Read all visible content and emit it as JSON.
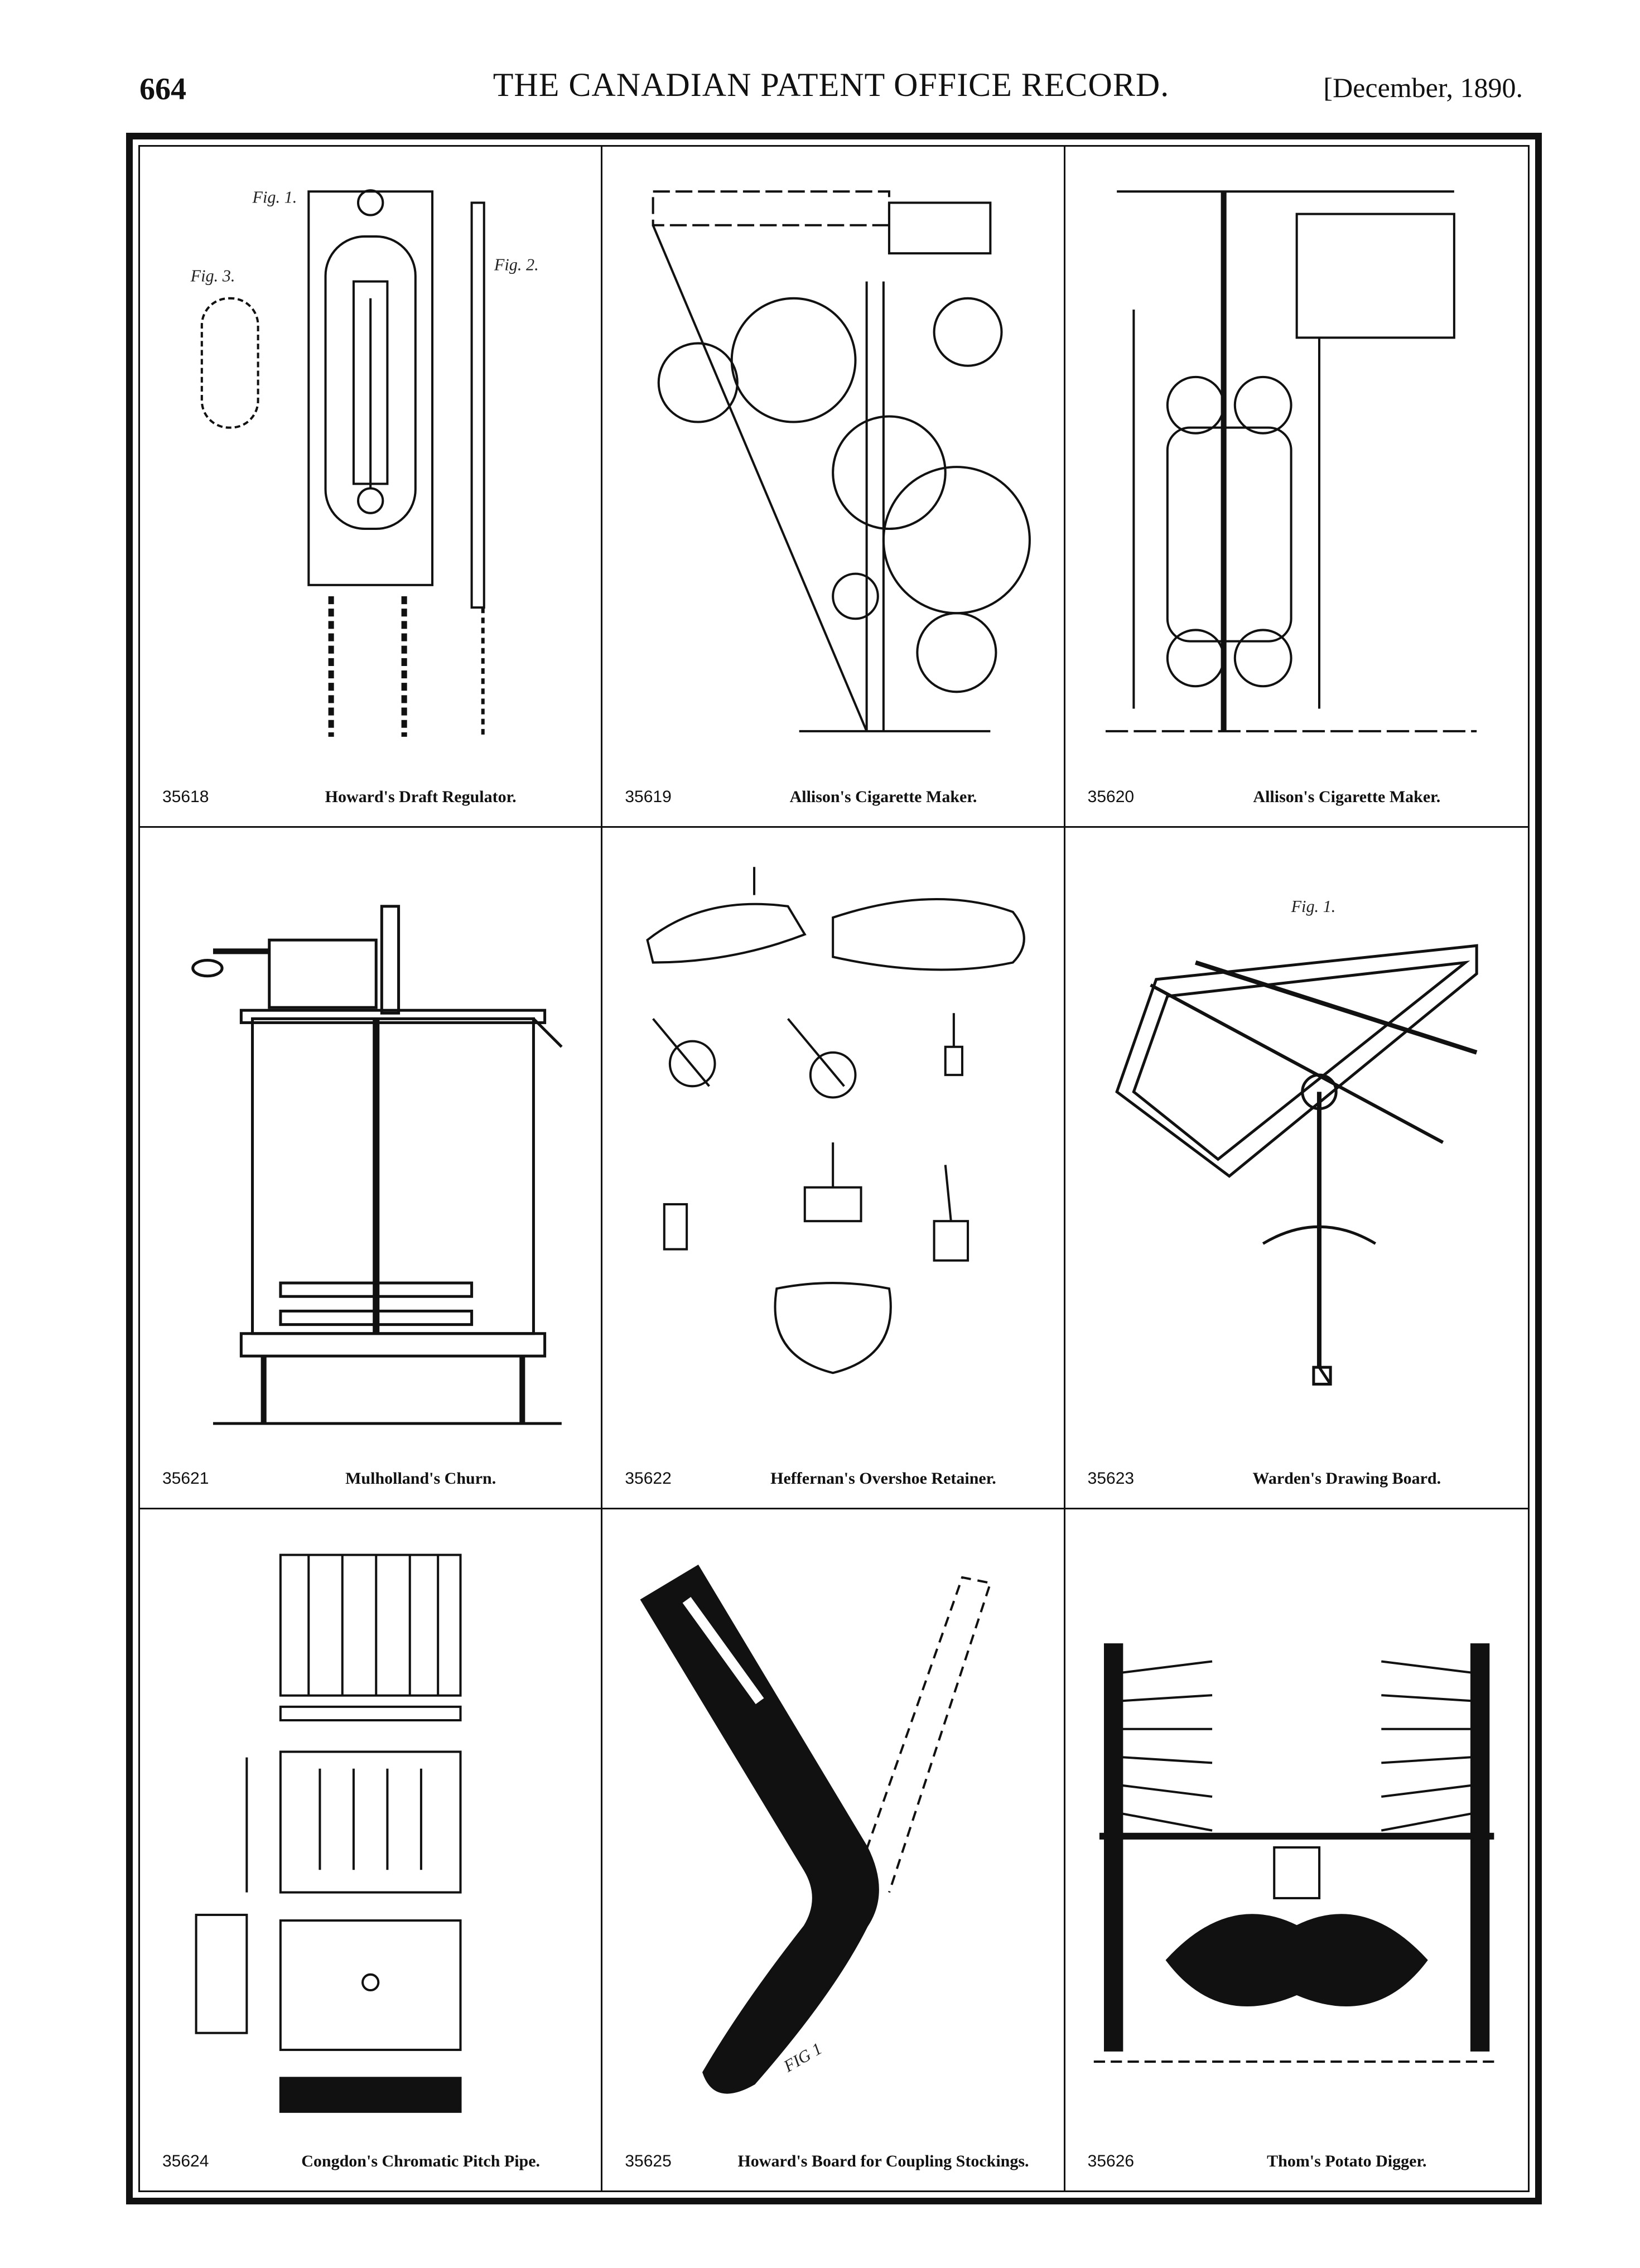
{
  "header": {
    "page_number": "664",
    "title": "THE CANADIAN PATENT OFFICE RECORD.",
    "date": "[December, 1890."
  },
  "patents": [
    {
      "number": "35618",
      "title": "Howard's Draft Regulator.",
      "figure_labels": [
        "Fig. 1.",
        "Fig. 2.",
        "Fig. 3."
      ]
    },
    {
      "number": "35619",
      "title": "Allison's Cigarette Maker."
    },
    {
      "number": "35620",
      "title": "Allison's Cigarette Maker."
    },
    {
      "number": "35621",
      "title": "Mulholland's Churn."
    },
    {
      "number": "35622",
      "title": "Heffernan's Overshoe Retainer."
    },
    {
      "number": "35623",
      "title": "Warden's Drawing Board.",
      "figure_labels": [
        "Fig. 1."
      ]
    },
    {
      "number": "35624",
      "title": "Congdon's Chromatic Pitch Pipe."
    },
    {
      "number": "35625",
      "title": "Howard's Board for Coupling Stockings.",
      "figure_labels": [
        "FIG 1"
      ]
    },
    {
      "number": "35626",
      "title": "Thom's Potato Digger."
    }
  ]
}
